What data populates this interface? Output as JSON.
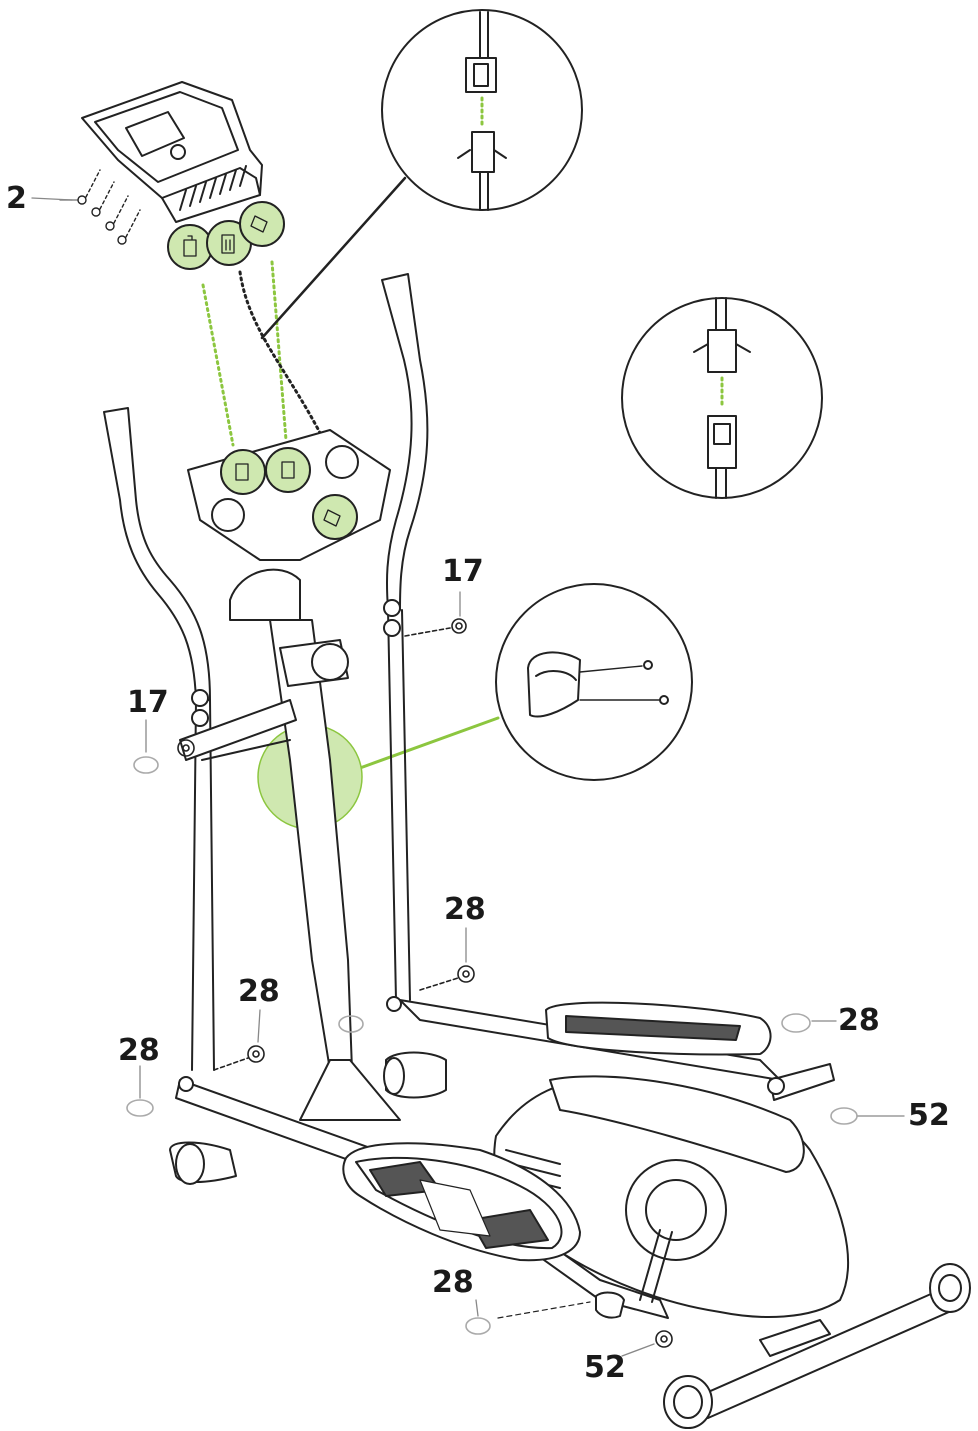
{
  "diagram": {
    "type": "exploded-assembly-drawing",
    "accent_color": "#cfe8b0",
    "accent_stroke": "#8cc63f",
    "labels": {
      "part_2": "2",
      "part_17_a": "17",
      "part_17_b": "17",
      "part_28_a": "28",
      "part_28_b": "28",
      "part_28_c": "28",
      "part_28_d": "28",
      "part_28_e": "28",
      "part_52_a": "52",
      "part_52_b": "52"
    }
  }
}
